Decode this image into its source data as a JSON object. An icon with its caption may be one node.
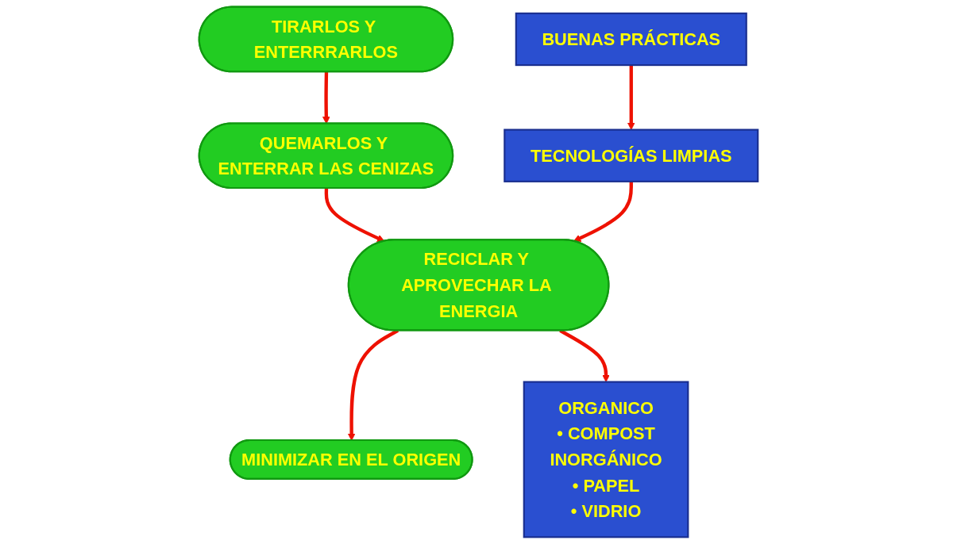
{
  "diagram": {
    "nodes": [
      {
        "text": [
          "TIRARLOS Y ENTERRRARLOS"
        ]
      },
      {
        "text": [
          "QUEMARLOS Y ENTERRAR LAS CENIZAS"
        ]
      },
      {
        "text": [
          "RECICLAR Y APROVECHAR LA ENERGIA"
        ]
      },
      {
        "text": [
          "MINIMIZAR EN EL ORIGEN"
        ]
      },
      {
        "text": [
          "BUENAS PRÁCTICAS"
        ]
      },
      {
        "text": [
          "TECNOLOGÍAS LIMPIAS"
        ]
      },
      {
        "text": [
          "ORGANICO",
          "• COMPOST",
          "INORGÁNICO",
          "• PAPEL",
          "• VIDRIO"
        ]
      }
    ],
    "edges": [
      {
        "from": 0,
        "to": 1,
        "arrow": "to"
      },
      {
        "from": 1,
        "to": 2,
        "arrow": "to"
      },
      {
        "from": 2,
        "to": 3,
        "arrow": "to"
      },
      {
        "from": 4,
        "to": 5,
        "arrow": "to"
      },
      {
        "from": 5,
        "to": 2,
        "arrow": "to"
      },
      {
        "from": 2,
        "to": 6,
        "arrow": "to"
      }
    ]
  }
}
